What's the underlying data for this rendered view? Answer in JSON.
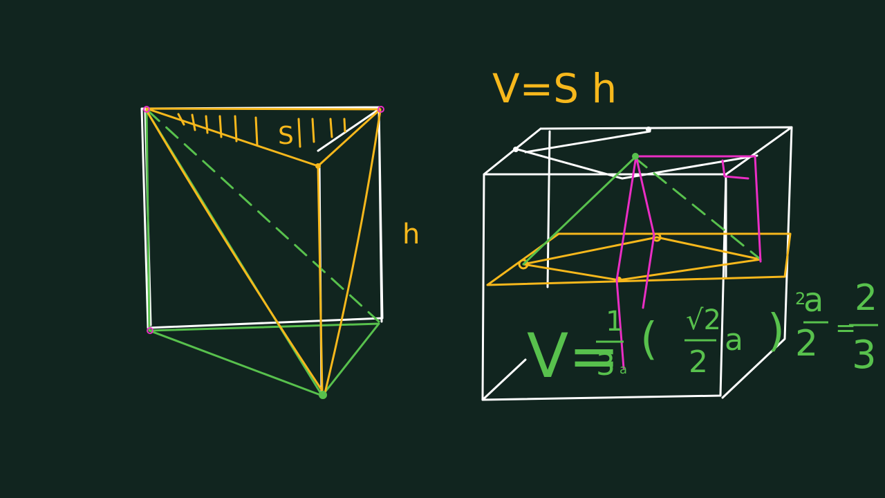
{
  "colors": {
    "background": "#11251f",
    "chalk_white": "#ffffff",
    "chalk_yellow": "#f7b81c",
    "chalk_green": "#58c14d",
    "chalk_magenta": "#ea2ec4"
  },
  "labels": {
    "prism_hatch": "S",
    "prism_height": "h",
    "volume_formula": "V=S h"
  },
  "formula": {
    "lhs": "V=",
    "one": "1",
    "three": "3",
    "a_sub": "a",
    "open_paren": "(",
    "sqrt2": "√2",
    "two_den": "2",
    "a_mid": "a",
    "close_paren": ")",
    "exponent": "2",
    "a_frac_num": "a",
    "a_frac_den": "2",
    "equals": "=",
    "result_num": "2",
    "result_den": "3"
  }
}
